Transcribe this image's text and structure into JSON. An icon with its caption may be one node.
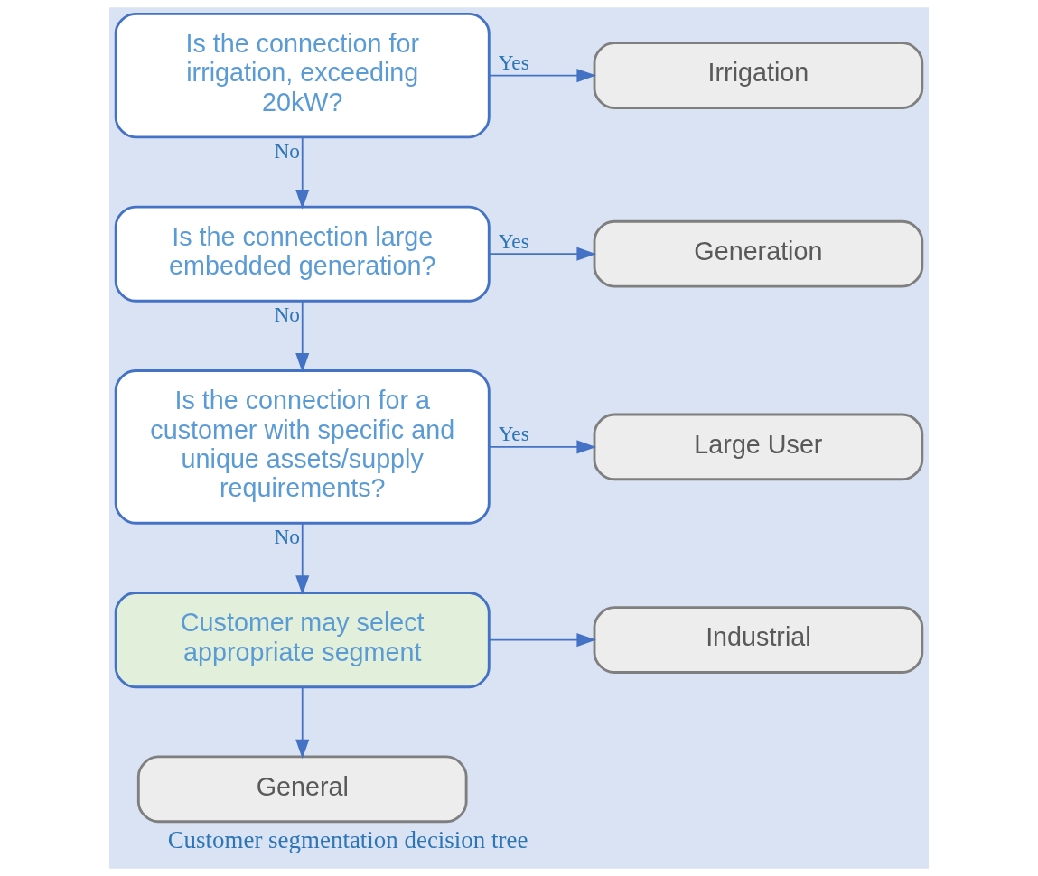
{
  "diagram": {
    "caption": "Customer segmentation decision tree",
    "nodes": [
      {
        "text": [
          "Is the connection for irrigation, exceeding 20kW?"
        ]
      },
      {
        "text": [
          "Irrigation"
        ]
      },
      {
        "text": [
          "Is the connection large embedded generation?"
        ]
      },
      {
        "text": [
          "Generation"
        ]
      },
      {
        "text": [
          "Is the connection for a customer with specific and unique assets/supply requirements?"
        ]
      },
      {
        "text": [
          "Large User"
        ]
      },
      {
        "text": [
          "Customer may select appropriate segment"
        ]
      },
      {
        "text": [
          "Industrial"
        ]
      },
      {
        "text": [
          "General"
        ]
      }
    ],
    "edges": [
      {
        "from": 0,
        "to": 1,
        "arrow": "to",
        "label": "Yes"
      },
      {
        "from": 0,
        "to": 2,
        "arrow": "to",
        "label": "No"
      },
      {
        "from": 2,
        "to": 3,
        "arrow": "to",
        "label": "Yes"
      },
      {
        "from": 2,
        "to": 4,
        "arrow": "to",
        "label": "No"
      },
      {
        "from": 4,
        "to": 5,
        "arrow": "to",
        "label": "Yes"
      },
      {
        "from": 4,
        "to": 6,
        "arrow": "to",
        "label": "No"
      },
      {
        "from": 6,
        "to": 7,
        "arrow": "to"
      },
      {
        "from": 6,
        "to": 8,
        "arrow": "to"
      }
    ]
  }
}
